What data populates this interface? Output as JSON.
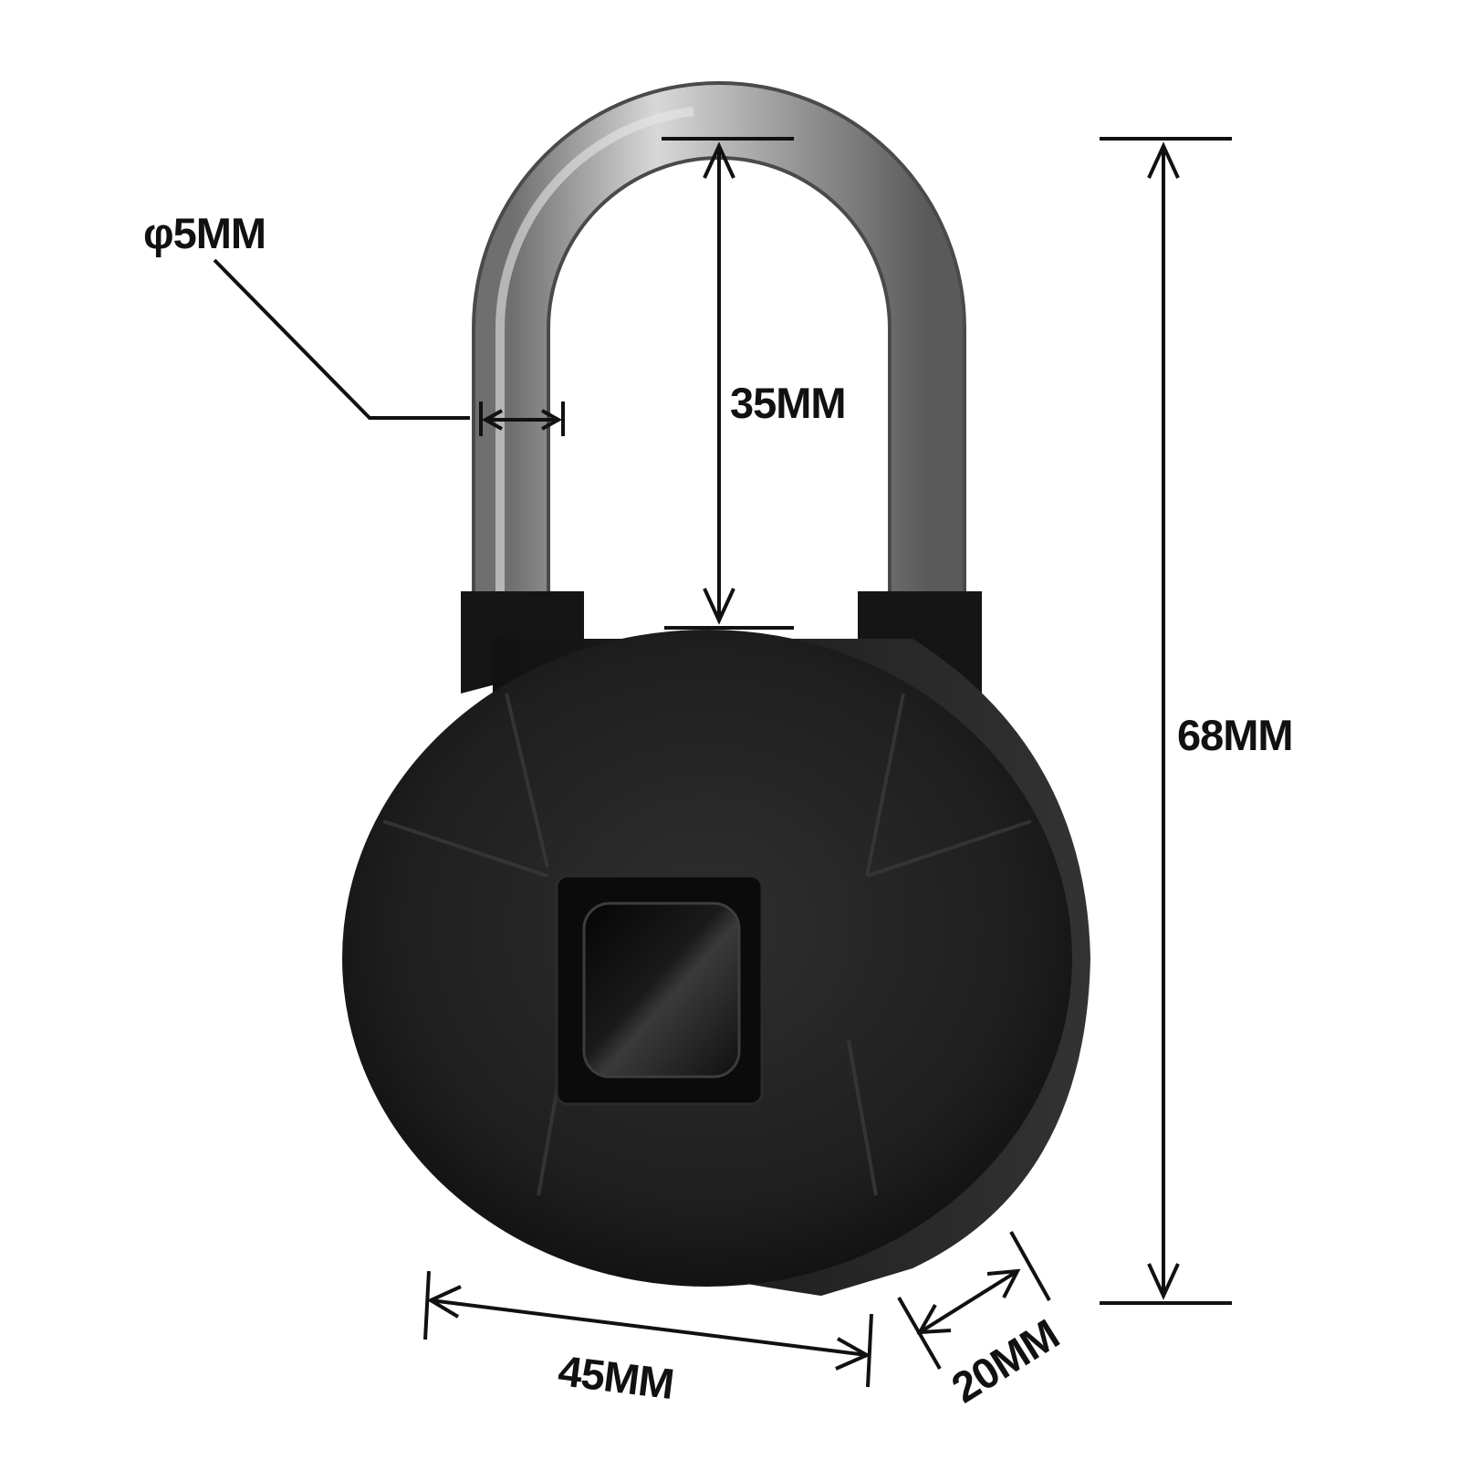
{
  "colors": {
    "background": "#ffffff",
    "body": "#1a1a1a",
    "shackle": "#9a9a9a",
    "dimension_lines": "#111111"
  },
  "dimensions": {
    "shackle_diameter": "φ5MM",
    "shackle_clearance": "35MM",
    "total_height": "68MM",
    "body_width": "45MM",
    "body_thickness": "20MM"
  },
  "icons": {
    "fingerprint_sensor": "fingerprint-sensor-icon"
  }
}
